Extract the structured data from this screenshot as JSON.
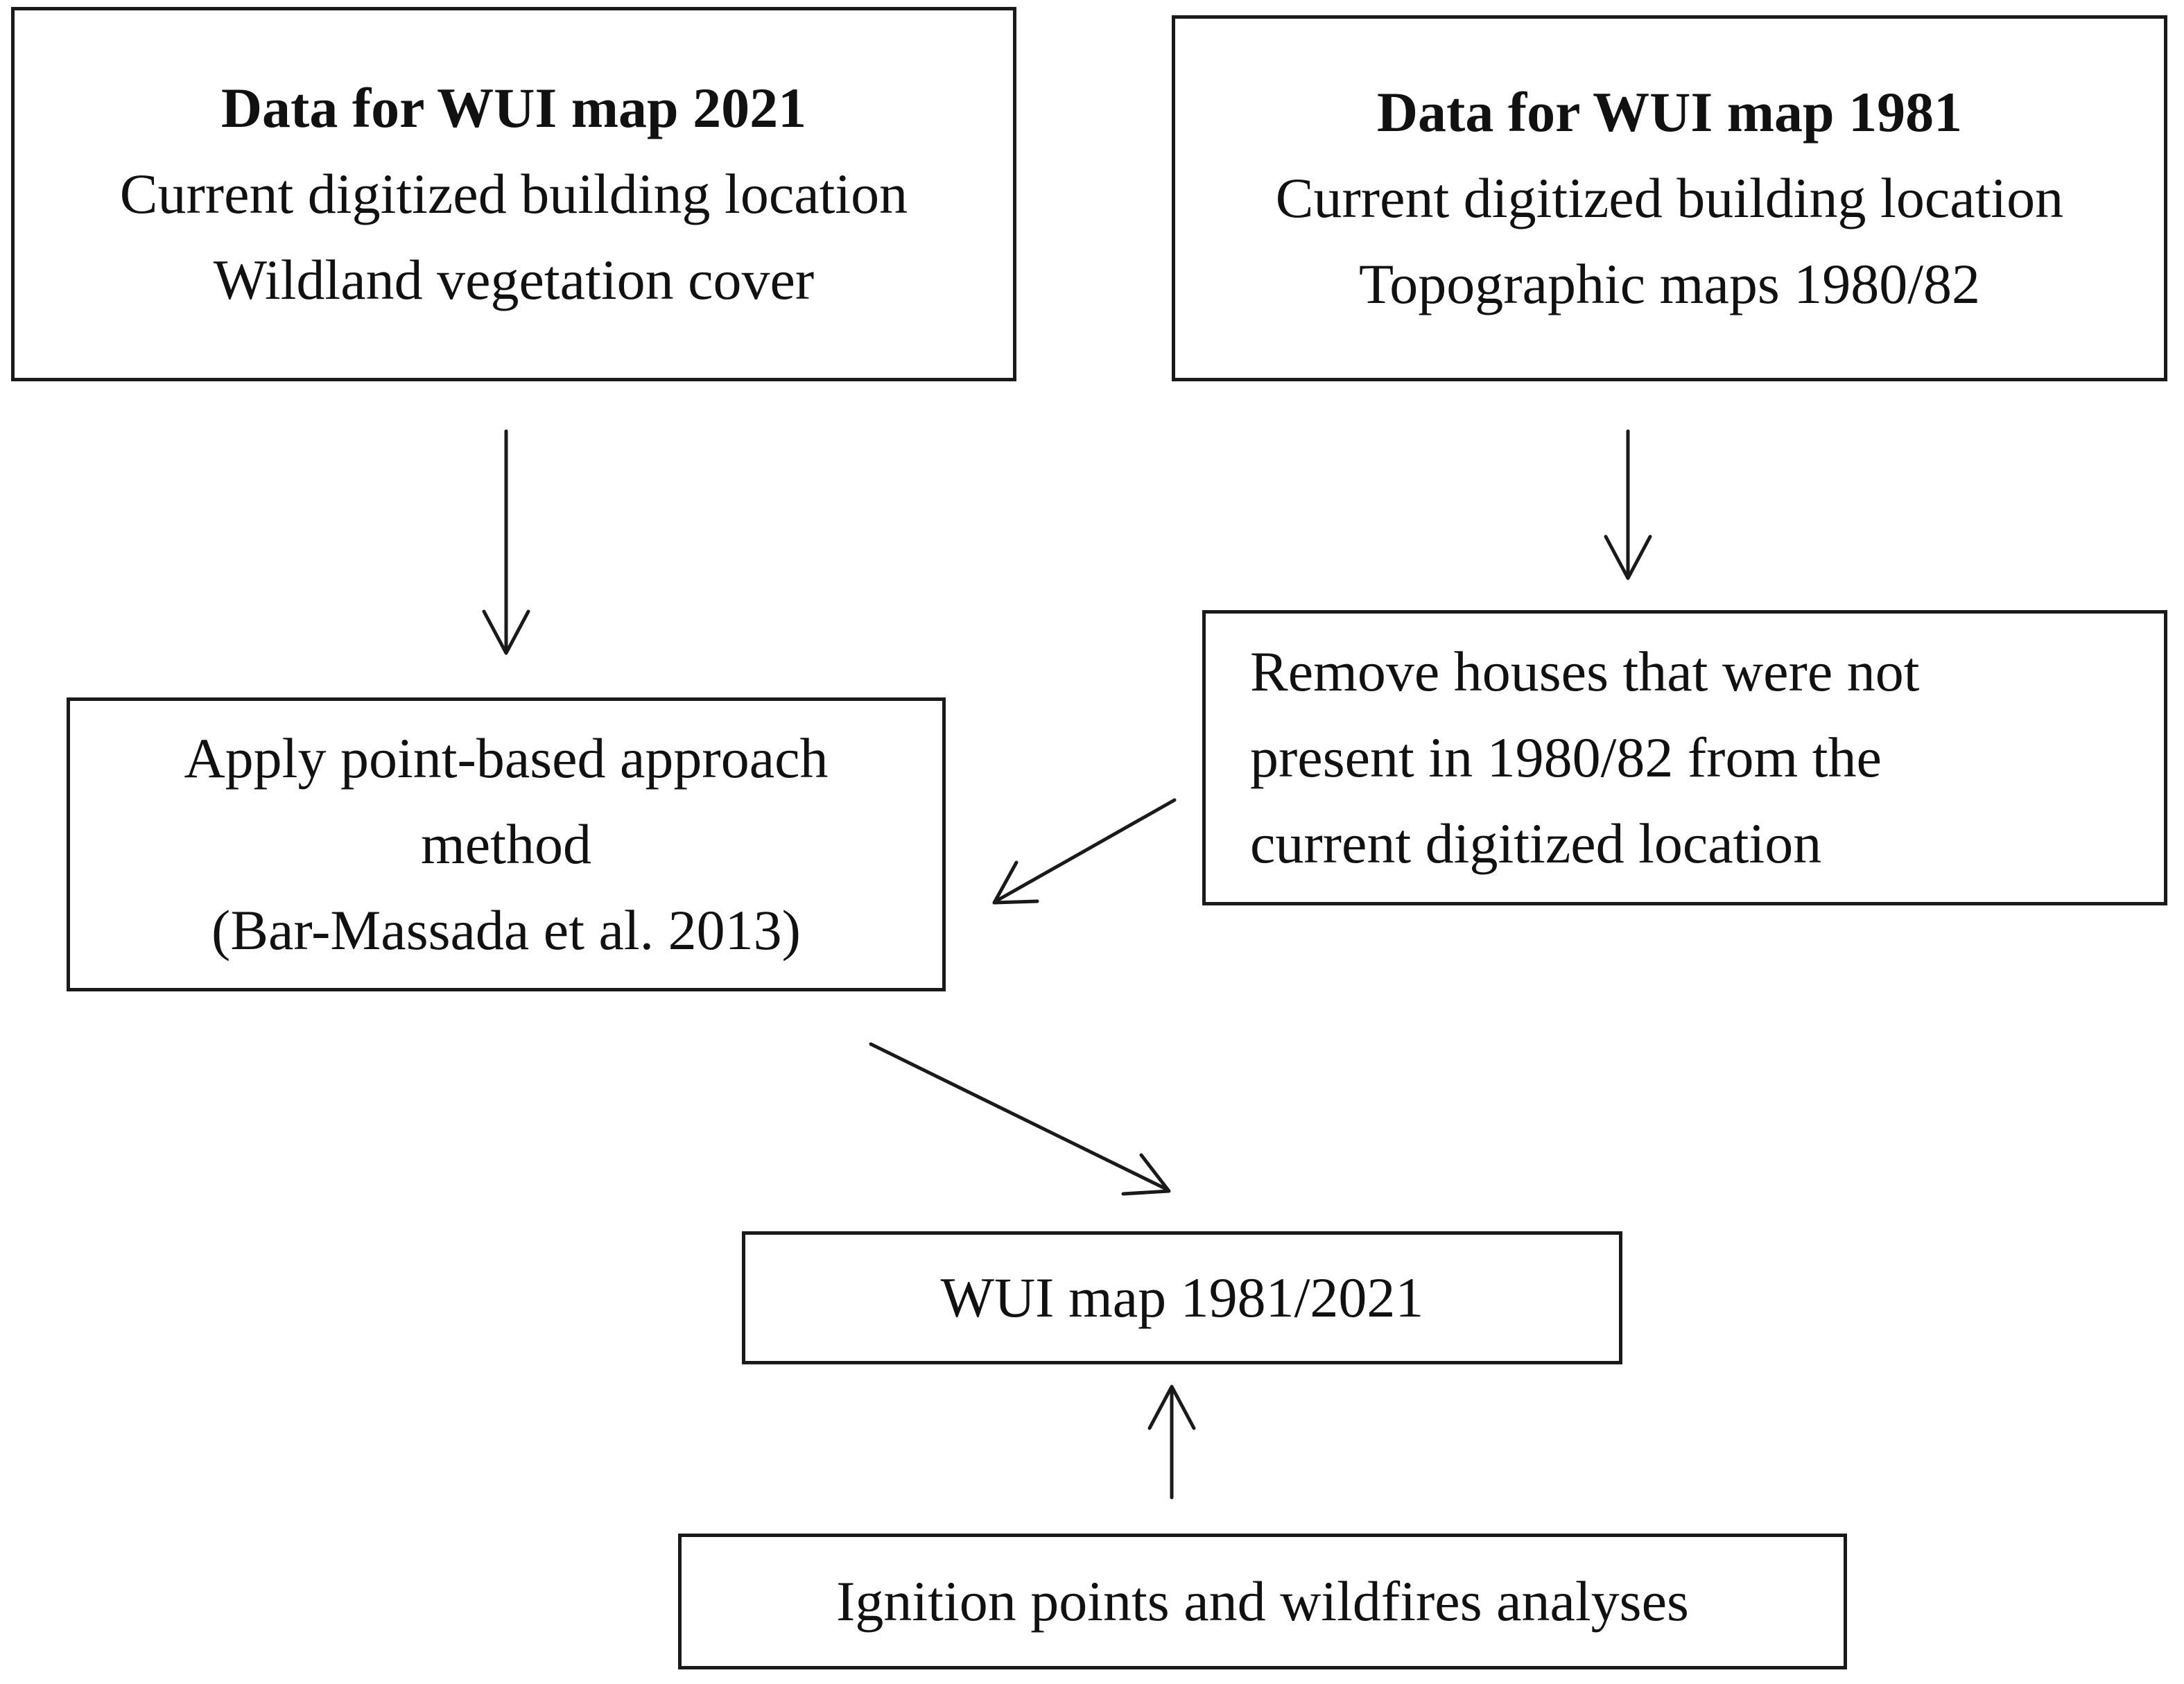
{
  "diagram": {
    "nodes": {
      "data_2021": {
        "title": "Data  for  WUI  map  2021",
        "lines": [
          "Current  digitized  building  location",
          "Wildland  vegetation cover"
        ]
      },
      "data_1981": {
        "title": "Data  for  WUI  map  1981",
        "lines": [
          "Current  digitized  building  location",
          "Topographic maps 1980/82"
        ]
      },
      "apply_method": {
        "lines": [
          "Apply point-based approach",
          "method",
          "(Bar-Massada et al. 2013)"
        ]
      },
      "remove_houses": {
        "lines": [
          "Remove  houses that were not",
          "present in  1980/82  from  the",
          "current digitized  location"
        ]
      },
      "wui_map": {
        "lines": [
          "WUI map  1981/2021"
        ]
      },
      "ignition": {
        "lines": [
          "Ignition points and wildfires  analyses"
        ]
      }
    },
    "edges": [
      {
        "from": "data_2021",
        "to": "apply_method"
      },
      {
        "from": "data_1981",
        "to": "remove_houses"
      },
      {
        "from": "remove_houses",
        "to": "apply_method"
      },
      {
        "from": "apply_method",
        "to": "wui_map"
      },
      {
        "from": "ignition",
        "to": "wui_map"
      }
    ],
    "colors": {
      "stroke": "#1a1a1a",
      "text": "#111111",
      "background": "#ffffff"
    }
  }
}
